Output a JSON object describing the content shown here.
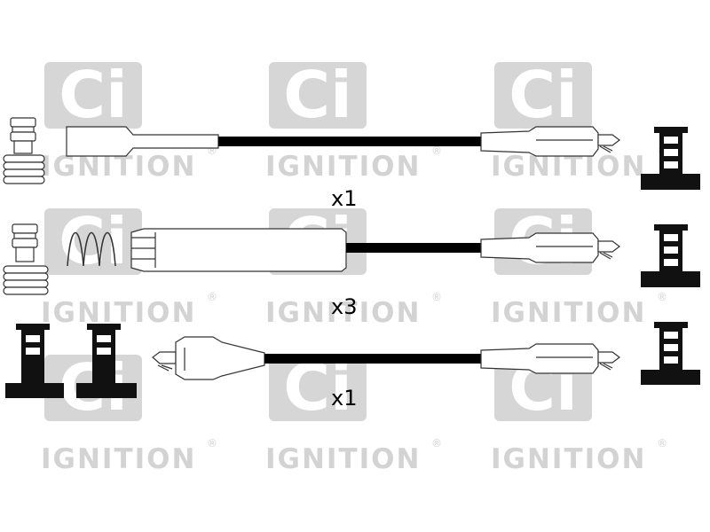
{
  "watermark": {
    "logo_letters": "Ci",
    "brand": "IGNITION",
    "trademark": "®",
    "color": "#cfcfcf"
  },
  "quantities": {
    "row1": "x1",
    "row2": "x3",
    "row3": "x1"
  },
  "colors": {
    "cable": "#000000",
    "outline": "#333333",
    "fill": "#ffffff"
  }
}
